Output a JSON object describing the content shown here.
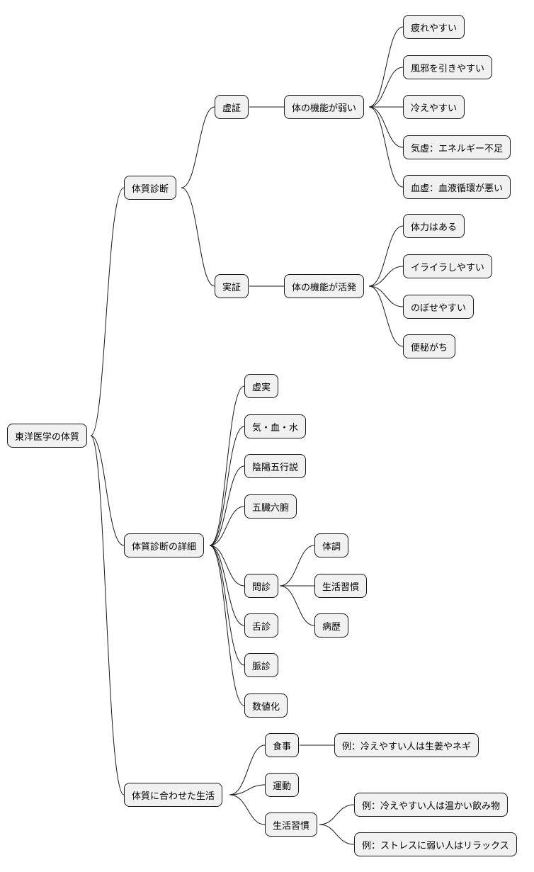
{
  "mindmap": {
    "root": "東洋医学の体質",
    "taishitsu_shindan": {
      "label": "体質診断",
      "kyosho": {
        "label": "虚証",
        "mid": "体の機能が弱い",
        "items": [
          "疲れやすい",
          "風邪を引きやすい",
          "冷えやすい",
          "気虚：エネルギー不足",
          "血虚：血液循環が悪い"
        ]
      },
      "jissho": {
        "label": "実証",
        "mid": "体の機能が活発",
        "items": [
          "体力はある",
          "イライラしやすい",
          "のぼせやすい",
          "便秘がち"
        ]
      }
    },
    "shousai": {
      "label": "体質診断の詳細",
      "items": [
        "虚実",
        "気・血・水",
        "陰陽五行説",
        "五臓六腑",
        "問診",
        "舌診",
        "脈診",
        "数値化"
      ],
      "monshin_children": [
        "体調",
        "生活習慣",
        "病歴"
      ]
    },
    "seikatsu": {
      "label": "体質に合わせた生活",
      "shokuji": "食事",
      "shokuji_example": "例：冷えやすい人は生姜やネギ",
      "undou": "運動",
      "shukan": "生活習慣",
      "shukan_examples": [
        "例：冷えやすい人は温かい飲み物",
        "例：ストレスに弱い人はリラックス"
      ]
    }
  }
}
